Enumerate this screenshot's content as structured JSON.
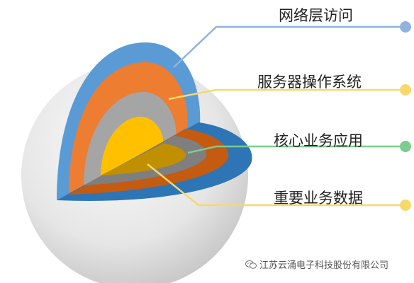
{
  "diagram": {
    "layers": [
      {
        "label": "网络层访问",
        "color": "#5b9bd5"
      },
      {
        "label": "服务器操作系统",
        "color": "#ed7d31"
      },
      {
        "label": "核心业务应用",
        "color": "#7f7f7f"
      },
      {
        "label": "重要业务数据",
        "color": "#ffc000"
      }
    ],
    "leader_dot_colors": [
      "#8fb3de",
      "#f7d86a",
      "#7ccc8f",
      "#f7d86a"
    ]
  },
  "watermark": {
    "text": "江苏云涌电子科技股份有限公司",
    "icon": "wechat-icon"
  }
}
